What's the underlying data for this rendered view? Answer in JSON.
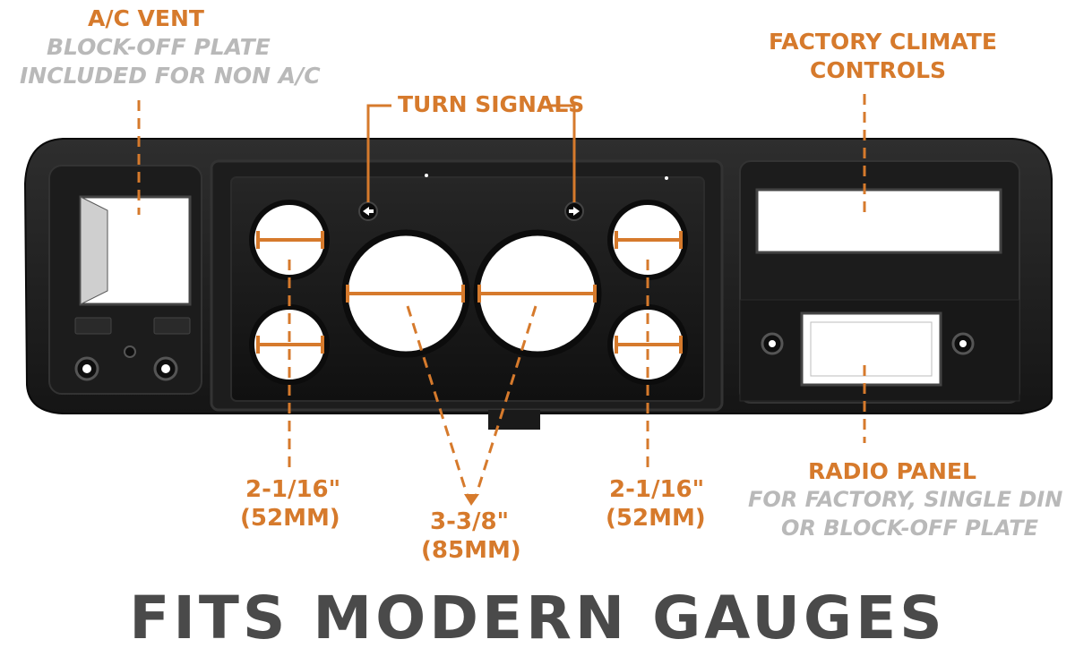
{
  "colors": {
    "accent": "#d67a2c",
    "note": "#b9b9b9",
    "headline": "#4a4a4a",
    "panel": "#222222"
  },
  "callouts": {
    "ac_vent": {
      "title": "A/C VENT",
      "note_line1": "BLOCK-OFF PLATE",
      "note_line2": "INCLUDED FOR NON A/C"
    },
    "turn_signals": {
      "title": "TURN SIGNALS"
    },
    "climate": {
      "line1": "FACTORY CLIMATE",
      "line2": "CONTROLS"
    },
    "small_gauge_left": {
      "line1": "2-1/16\"",
      "line2": "(52MM)"
    },
    "large_gauge": {
      "line1": "3-3/8\"",
      "line2": "(85MM)"
    },
    "small_gauge_right": {
      "line1": "2-1/16\"",
      "line2": "(52MM)"
    },
    "radio": {
      "title": "RADIO PANEL",
      "note_line1": "FOR FACTORY, SINGLE DIN",
      "note_line2": "OR BLOCK-OFF PLATE"
    }
  },
  "headline": "FITS MODERN GAUGES",
  "icons": {
    "left_arrow": "left-arrow-icon",
    "right_arrow": "right-arrow-icon"
  }
}
